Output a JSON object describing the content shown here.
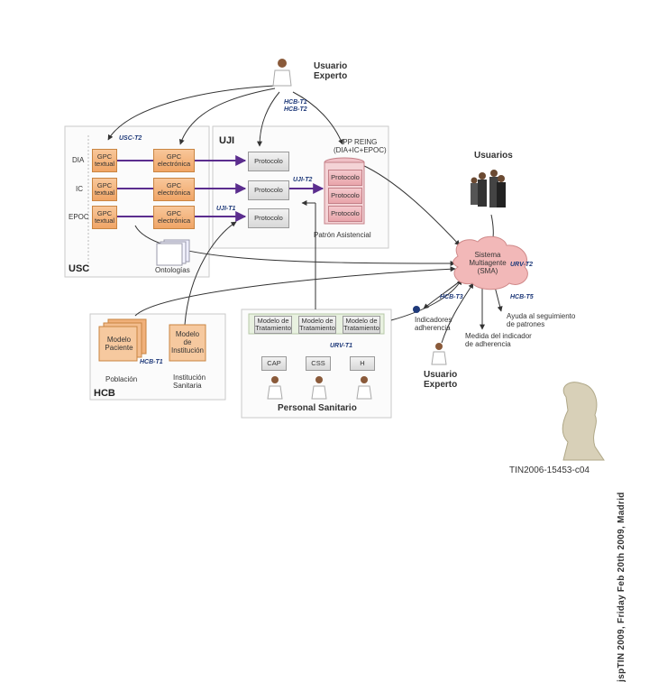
{
  "top_user": {
    "title_line1": "Usuario",
    "title_line2": "Experto"
  },
  "tags": {
    "hcb_t1_t2_line1": "HCB-T1",
    "hcb_t1_t2_line2": "HCB-T2",
    "usc_t2": "USC-T2",
    "uji_t2": "UJI-T2",
    "uji_t1": "UJI-T1",
    "urv_t2": "URV-T2",
    "hcb_t3": "HCB-T3",
    "hcb_t5": "HCB-T5",
    "urv_t1": "URV-T1",
    "hcb_t1": "HCB-T1"
  },
  "usc": {
    "title": "USC",
    "rows": [
      "DIA",
      "IC",
      "EPOC"
    ],
    "gpc_textual_line1": "GPC",
    "gpc_textual_line2": "textual",
    "gpc_electronica_line1": "GPC",
    "gpc_electronica_line2": "electrónica",
    "ontologias": "Ontologías"
  },
  "uji": {
    "title": "UJI",
    "protocolo": "Protocolo"
  },
  "pp_reing": {
    "line1": "PP REING",
    "line2": "(DIA+IC+EPOC)",
    "protocolo": "Protocolo",
    "label": "Patrón Asistencial"
  },
  "usuarios": {
    "title": "Usuarios"
  },
  "sma": {
    "line1": "Sistema",
    "line2": "Multiagente",
    "line3": "(SMA)"
  },
  "outputs": {
    "indicadores_line1": "Indicadores",
    "indicadores_line2": "adherencia",
    "ayuda_line1": "Ayuda al seguimiento",
    "ayuda_line2": "de patrones",
    "medida_line1": "Medida del indicador",
    "medida_line2": "de adherencia"
  },
  "bottom_user": {
    "title_line1": "Usuario",
    "title_line2": "Experto"
  },
  "hcb": {
    "title": "HCB",
    "modelo_paciente_line1": "Modelo",
    "modelo_paciente_line2": "Paciente",
    "modelo_institucion_line1": "Modelo",
    "modelo_institucion_line2": "de",
    "modelo_institucion_line3": "Institución",
    "poblacion": "Población",
    "institucion_line1": "Institución",
    "institucion_line2": "Sanitaria"
  },
  "personal": {
    "title": "Personal Sanitario",
    "modelo_tratamiento_line1": "Modelo de",
    "modelo_tratamiento_line2": "Tratamiento",
    "cap": "CAP",
    "css": "CSS",
    "h": "H"
  },
  "side_text": "jspTIN 2009, Friday Feb 20th 2009, Madrid",
  "footer": "TIN2006-15453-c04",
  "colors": {
    "arrow": "#333333",
    "purple_arrow": "#5b2d8e",
    "tag_blue": "#1f3a7a"
  }
}
